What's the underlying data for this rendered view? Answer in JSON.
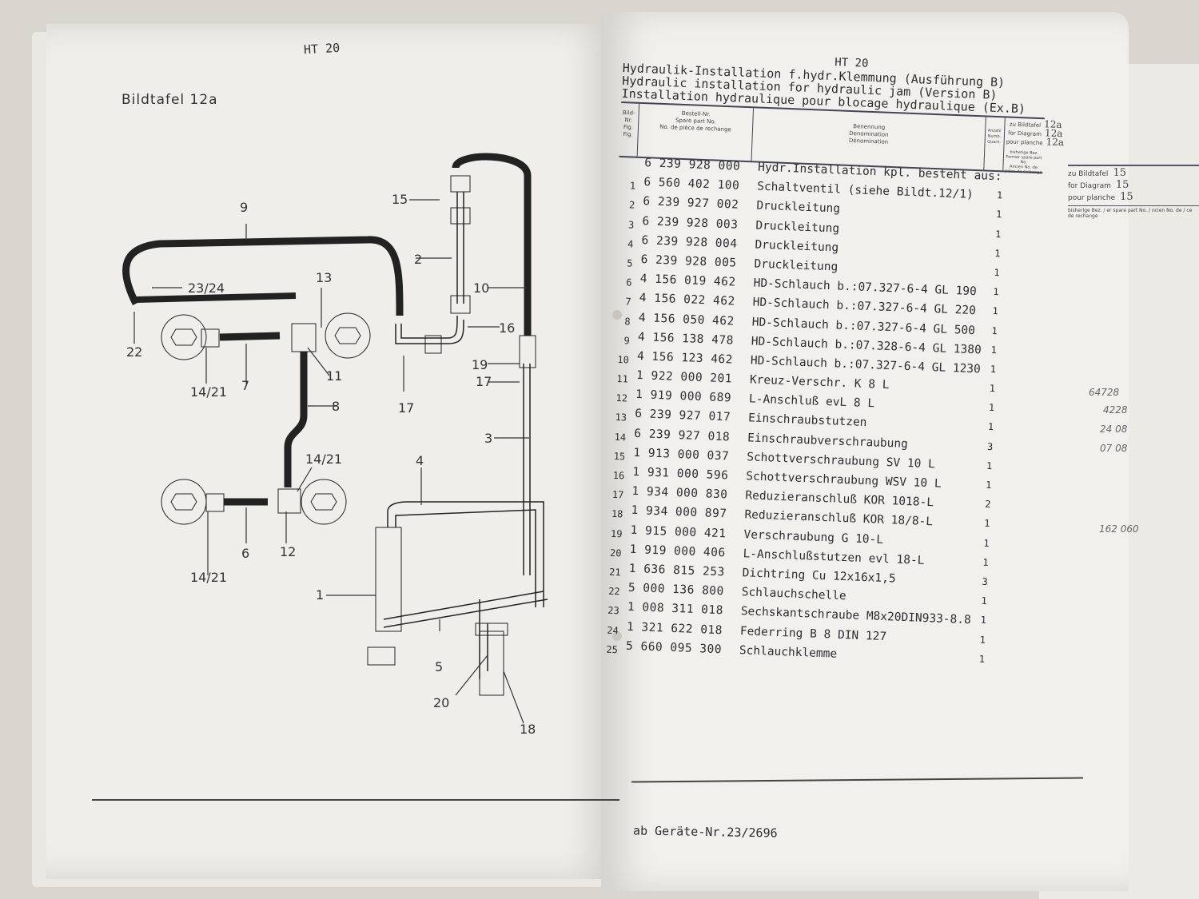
{
  "left_page": {
    "header": "HT 20",
    "plate_title": "Bildtafel 12a",
    "diagram_labels": [
      "9",
      "15",
      "23/24",
      "13",
      "2",
      "10",
      "22",
      "16",
      "14/21",
      "7",
      "11",
      "17",
      "19",
      "17",
      "8",
      "3",
      "14/21",
      "4",
      "6",
      "12",
      "1",
      "14/21",
      "5",
      "20",
      "18"
    ]
  },
  "right_page": {
    "header": "HT 20",
    "titles": [
      "Hydraulik-Installation f.hydr.Klemmung (Ausführung B)",
      "Hydraulic installation for hydraulic jam (Version B)",
      "Installation hydraulique pour blocage hydraulique (Ex.B)"
    ],
    "columns": {
      "fig": "Bild-Nr. Fig. Fig.",
      "part": [
        "Bestell-Nr.",
        "Spare part No.",
        "No. de pièce de rechange"
      ],
      "desc": [
        "Benennung",
        "Denomination",
        "Dénomination"
      ],
      "qty": [
        "Anzahl",
        "Numb.",
        "Quant."
      ],
      "previous": [
        "bisherige Bez.",
        "Former spare part No.",
        "Ancien No. de",
        "pièce de rechange"
      ]
    },
    "diagram_ref": [
      {
        "label": "zu Bildtafel",
        "value": "12a"
      },
      {
        "label": "for Diagram",
        "value": "12a"
      },
      {
        "label": "pour planche",
        "value": "12a"
      }
    ],
    "rows": [
      {
        "fig": "",
        "part": "6 239 928 000",
        "desc": "Hydr.Installation kpl. besteht aus:",
        "qty": ""
      },
      {
        "fig": "1",
        "part": "6 560 402 100",
        "desc": "Schaltventil (siehe Bildt.12/1)",
        "qty": "1"
      },
      {
        "fig": "2",
        "part": "6 239 927 002",
        "desc": "Druckleitung",
        "qty": "1"
      },
      {
        "fig": "3",
        "part": "6 239 928 003",
        "desc": "Druckleitung",
        "qty": "1"
      },
      {
        "fig": "4",
        "part": "6 239 928 004",
        "desc": "Druckleitung",
        "qty": "1"
      },
      {
        "fig": "5",
        "part": "6 239 928 005",
        "desc": "Druckleitung",
        "qty": "1"
      },
      {
        "fig": "6",
        "part": "4 156 019 462",
        "desc": "HD-Schlauch b.:07.327-6-4 GL 190",
        "qty": "1"
      },
      {
        "fig": "7",
        "part": "4 156 022 462",
        "desc": "HD-Schlauch b.:07.327-6-4 GL 220",
        "qty": "1"
      },
      {
        "fig": "8",
        "part": "4 156 050 462",
        "desc": "HD-Schlauch b.:07.327-6-4 GL 500",
        "qty": "1"
      },
      {
        "fig": "9",
        "part": "4 156 138 478",
        "desc": "HD-Schlauch b.:07.328-6-4 GL 1380",
        "qty": "1"
      },
      {
        "fig": "10",
        "part": "4 156 123 462",
        "desc": "HD-Schlauch b.:07.327-6-4 GL 1230",
        "qty": "1"
      },
      {
        "fig": "11",
        "part": "1 922 000 201",
        "desc": "Kreuz-Verschr. K 8 L",
        "qty": "1"
      },
      {
        "fig": "12",
        "part": "1 919 000 689",
        "desc": "L-Anschluß evL 8 L",
        "qty": "1"
      },
      {
        "fig": "13",
        "part": "6 239 927 017",
        "desc": "Einschraubstutzen",
        "qty": "1"
      },
      {
        "fig": "14",
        "part": "6 239 927 018",
        "desc": "Einschraubverschraubung",
        "qty": "3"
      },
      {
        "fig": "15",
        "part": "1 913 000 037",
        "desc": "Schottverschraubung SV 10 L",
        "qty": "1"
      },
      {
        "fig": "16",
        "part": "1 931 000 596",
        "desc": "Schottverschraubung WSV 10 L",
        "qty": "1"
      },
      {
        "fig": "17",
        "part": "1 934 000 830",
        "desc": "Reduzieranschluß KOR 1018-L",
        "qty": "2"
      },
      {
        "fig": "18",
        "part": "1 934 000 897",
        "desc": "Reduzieranschluß KOR 18/8-L",
        "qty": "1"
      },
      {
        "fig": "19",
        "part": "1 915 000 421",
        "desc": "Verschraubung G 10-L",
        "qty": "1"
      },
      {
        "fig": "20",
        "part": "1 919 000 406",
        "desc": "L-Anschlußstutzen evl 18-L",
        "qty": "1"
      },
      {
        "fig": "21",
        "part": "1 636 815 253",
        "desc": "Dichtring Cu 12x16x1,5",
        "qty": "3"
      },
      {
        "fig": "22",
        "part": "5 000 136 800",
        "desc": "Schlauchschelle",
        "qty": "1"
      },
      {
        "fig": "23",
        "part": "1 008 311 018",
        "desc": "Sechskantschraube M8x20DIN933-8.8",
        "qty": "1"
      },
      {
        "fig": "24",
        "part": "1 321 622 018",
        "desc": "Federring B 8 DIN 127",
        "qty": "1"
      },
      {
        "fig": "25",
        "part": "5 660 095 300",
        "desc": "Schlauchklemme",
        "qty": "1"
      }
    ],
    "footer": "ab Geräte-Nr.23/2696"
  },
  "underlying_sheet": {
    "diagram_ref": [
      {
        "label": "zu Bildtafel",
        "value": "15"
      },
      {
        "label": "for Diagram",
        "value": "15"
      },
      {
        "label": "pour planche",
        "value": "15"
      }
    ],
    "previous": "bisherige Bez. / er spare part No. / ncien No. de / ce de rechange",
    "handwritten": [
      "64728",
      "4228",
      "24 08",
      "07 08",
      "162 060"
    ]
  }
}
